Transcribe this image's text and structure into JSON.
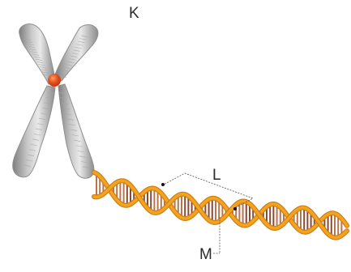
{
  "labels": {
    "k": "K",
    "l": "L",
    "m": "M"
  },
  "colors": {
    "chromatid": "#9a9a9a",
    "chromatid_light": "#dcdcdc",
    "centromere": "#e0491e",
    "backbone": "#f2a321",
    "backbone_dark": "#d07e12",
    "base_pair": "#b8744f",
    "base_pair_dark": "#8a4a30",
    "marker_line": "#555555"
  },
  "icons": [
    "chromosome-icon",
    "dna-double-helix-icon"
  ]
}
